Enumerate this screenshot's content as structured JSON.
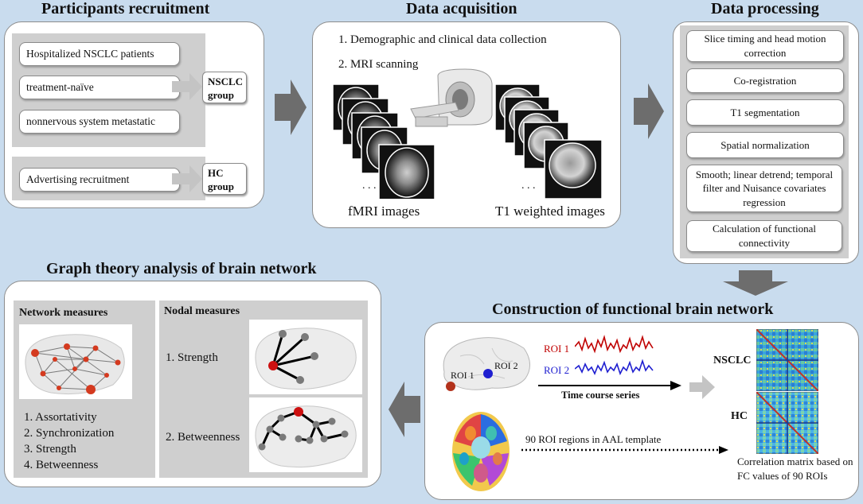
{
  "recruitment": {
    "title": "Participants recruitment",
    "criteria": [
      "Hospitalized NSCLC patients",
      "treatment-naïve",
      "nonnervous system metastatic"
    ],
    "nsclc_group": "NSCLC group",
    "hc_criteria": "Advertising recruitment",
    "hc_group": "HC group"
  },
  "acquisition": {
    "title": "Data acquisition",
    "step1": "1. Demographic and clinical data collection",
    "step2": "2. MRI scanning",
    "fmri_label": "fMRI images",
    "t1_label": "T1 weighted images",
    "ellipsis": ". . ."
  },
  "processing": {
    "title": "Data processing",
    "steps": [
      "Slice timing and head motion correction",
      "Co-registration",
      "T1 segmentation",
      "Spatial normalization",
      "Smooth; linear detrend; temporal filter and Nuisance covariates regression",
      "Calculation of functional connectivity"
    ]
  },
  "graph": {
    "title": "Graph theory analysis of brain network",
    "network_title": "Network measures",
    "network_items": [
      "1. Assortativity",
      "2. Synchronization",
      "3. Strength",
      "4. Betweenness"
    ],
    "nodal_title": "Nodal measures",
    "nodal_items": [
      "1. Strength",
      "2. Betweenness"
    ]
  },
  "construction": {
    "title": "Construction of functional brain network",
    "roi1": "ROI 1",
    "roi2": "ROI 2",
    "time_course": "Time course series",
    "aal": "90 ROI regions in AAL template",
    "nsclc": "NSCLC",
    "hc": "HC",
    "caption": "Correlation matrix based on FC values of 90 ROIs"
  },
  "colors": {
    "background": "#c9dcee",
    "arrow": "#6d6d6d",
    "roi1": "#c00000",
    "roi2": "#1f1fd0"
  }
}
